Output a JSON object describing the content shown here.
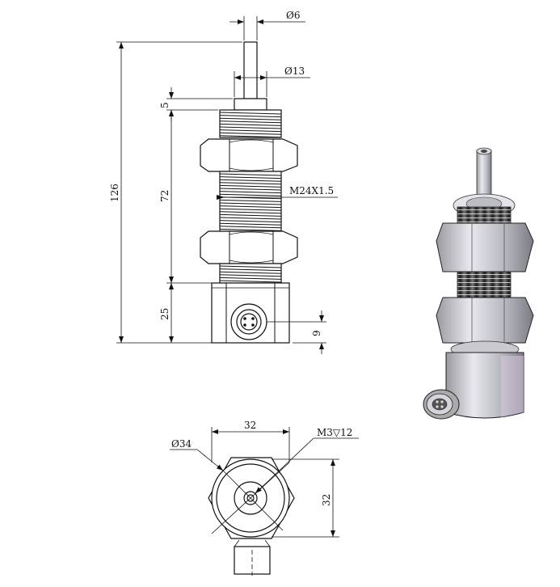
{
  "dimensions": {
    "shaft_diameter": "Ø6",
    "collar_diameter": "Ø13",
    "collar_height": "5",
    "overall_length": "126",
    "thread_length": "72",
    "thread_spec": "M24X1.5",
    "body_height": "25",
    "connector_offset": "9",
    "bottom_width": "32",
    "bottom_height": "32",
    "bottom_diameter": "Ø34",
    "mount_hole": "M3▽12"
  }
}
